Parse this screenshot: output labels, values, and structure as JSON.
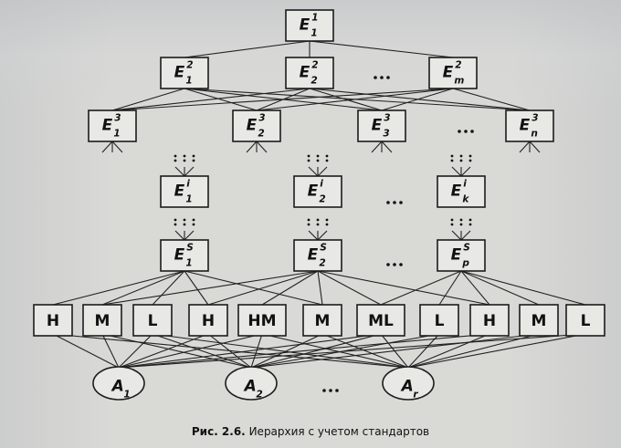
{
  "caption": {
    "prefix": "Рис. 2.6.",
    "text": "Иерархия с учетом стандартов"
  },
  "levels": {
    "l1": [
      {
        "base": "E",
        "sup": "1",
        "sub": "1"
      }
    ],
    "l2": [
      {
        "base": "E",
        "sup": "2",
        "sub": "1"
      },
      {
        "base": "E",
        "sup": "2",
        "sub": "2"
      },
      {
        "base": "E",
        "sup": "2",
        "sub": "m"
      }
    ],
    "l3": [
      {
        "base": "E",
        "sup": "3",
        "sub": "1"
      },
      {
        "base": "E",
        "sup": "3",
        "sub": "2"
      },
      {
        "base": "E",
        "sup": "3",
        "sub": "3"
      },
      {
        "base": "E",
        "sup": "3",
        "sub": "n"
      }
    ],
    "li": [
      {
        "base": "E",
        "sup": "i",
        "sub": "1"
      },
      {
        "base": "E",
        "sup": "i",
        "sub": "2"
      },
      {
        "base": "E",
        "sup": "i",
        "sub": "k"
      }
    ],
    "ls": [
      {
        "base": "E",
        "sup": "S",
        "sub": "1"
      },
      {
        "base": "E",
        "sup": "S",
        "sub": "2"
      },
      {
        "base": "E",
        "sup": "S",
        "sub": "p"
      }
    ]
  },
  "standards": [
    "H",
    "M",
    "L",
    "H",
    "HM",
    "M",
    "ML",
    "L",
    "H",
    "M",
    "L"
  ],
  "alternatives": [
    {
      "base": "A",
      "sub": "1"
    },
    {
      "base": "A",
      "sub": "2"
    },
    {
      "base": "A",
      "sub": "r"
    }
  ],
  "ellipsis": "..."
}
